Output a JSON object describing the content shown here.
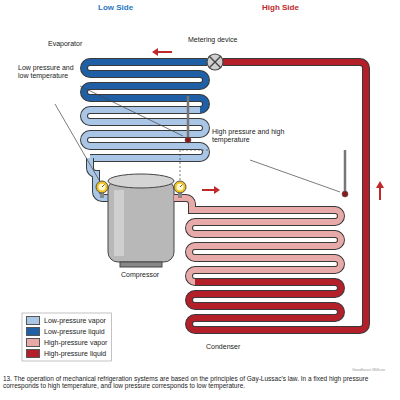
{
  "diagram": {
    "caption": "13. The operation of mechanical refrigeration systems are based on the principles of Gay-Lussac's law. In a fixed high pressure corresponds to high temperature, and low pressure corresponds to low temperature.",
    "labels": [
      "Low Side",
      "High Side",
      "Metering device",
      "Evaporator",
      "Low pressure and low temperature",
      "High pressure and high temperature",
      "Compressor",
      "Condenser",
      "Goodheart-Willcox"
    ],
    "legend": [
      {
        "text": "Low-pressure vapor",
        "color": "#a9c6e6"
      },
      {
        "text": "Low-pressure liquid",
        "color": "#1f5fa6"
      },
      {
        "text": "High-pressure vapor",
        "color": "#e8a9a9"
      },
      {
        "text": "High-pressure liquid",
        "color": "#b3202a"
      }
    ]
  }
}
